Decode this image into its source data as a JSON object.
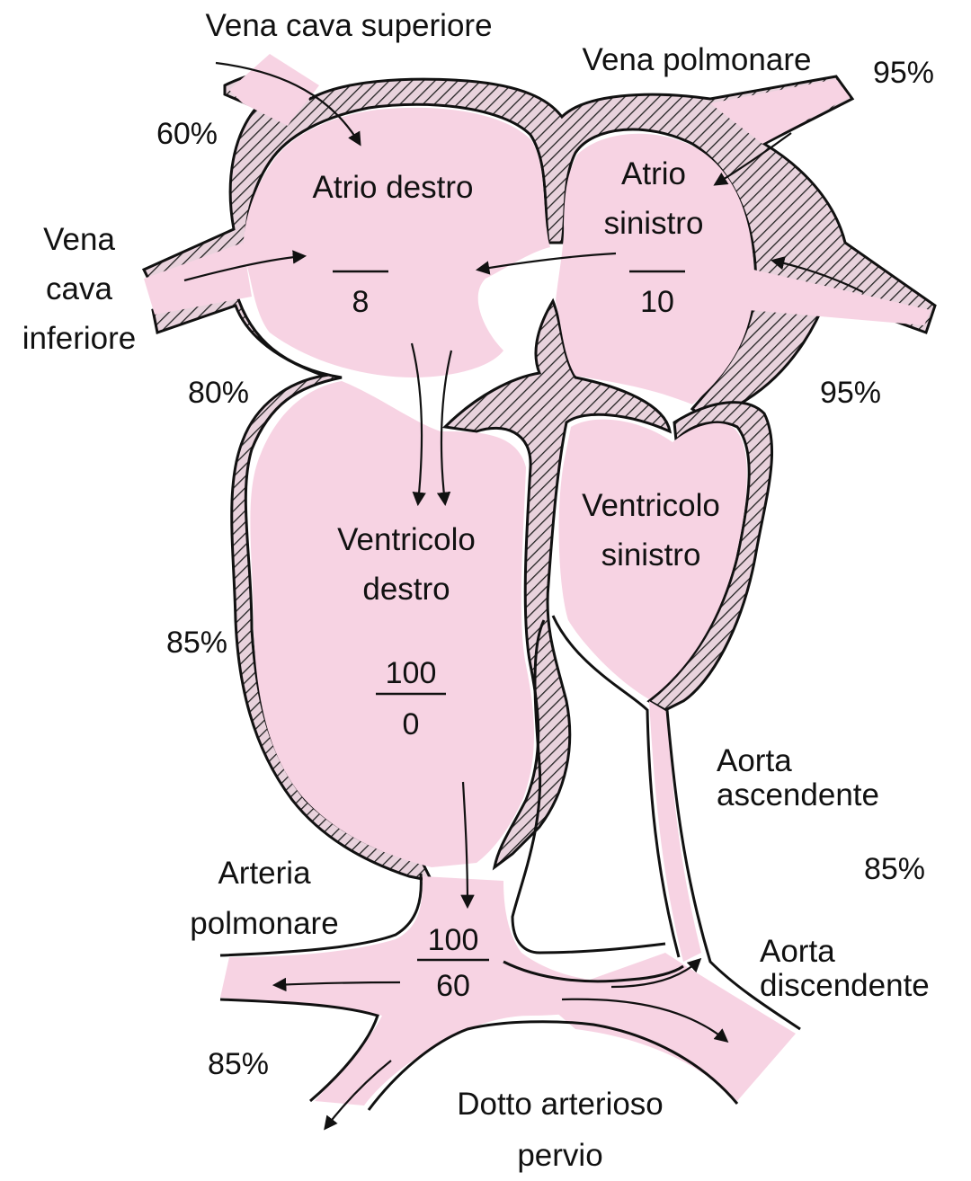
{
  "colors": {
    "blood": "#f7d3e3",
    "wall_outline": "#111111",
    "wall_fill": "#e8d2dc",
    "hatch": "#222222",
    "text": "#111111"
  },
  "labels": {
    "vena_cava_superiore": "Vena cava superiore",
    "vena_polmonare": "Vena polmonare",
    "vena_cava_inferiore": [
      "Vena",
      "cava",
      "inferiore"
    ],
    "atrio_destro": "Atrio destro",
    "atrio_sinistro": [
      "Atrio",
      "sinistro"
    ],
    "ventricolo_destro": [
      "Ventricolo",
      "destro"
    ],
    "ventricolo_sinistro": [
      "Ventricolo",
      "sinistro"
    ],
    "aorta_ascendente": [
      "Aorta",
      "ascendente"
    ],
    "aorta_discendente": [
      "Aorta",
      "discendente"
    ],
    "arteria_polmonare": [
      "Arteria",
      "polmonare"
    ],
    "dotto_arterioso": [
      "Dotto arterioso",
      "pervio"
    ]
  },
  "saturations": {
    "vena_cava_superiore": "60%",
    "vena_polmonare": "95%",
    "vena_cava_inferiore": "80%",
    "left_atrium_lower": "95%",
    "right_ventricle": "85%",
    "aorta": "85%",
    "pulmonary_branch": "85%"
  },
  "pressures": {
    "right_atrium": {
      "top": "",
      "bottom": "8"
    },
    "left_atrium": {
      "top": "",
      "bottom": "10"
    },
    "right_ventricle": {
      "top": "100",
      "bottom": "0"
    },
    "pulmonary_artery": {
      "top": "100",
      "bottom": "60"
    }
  }
}
